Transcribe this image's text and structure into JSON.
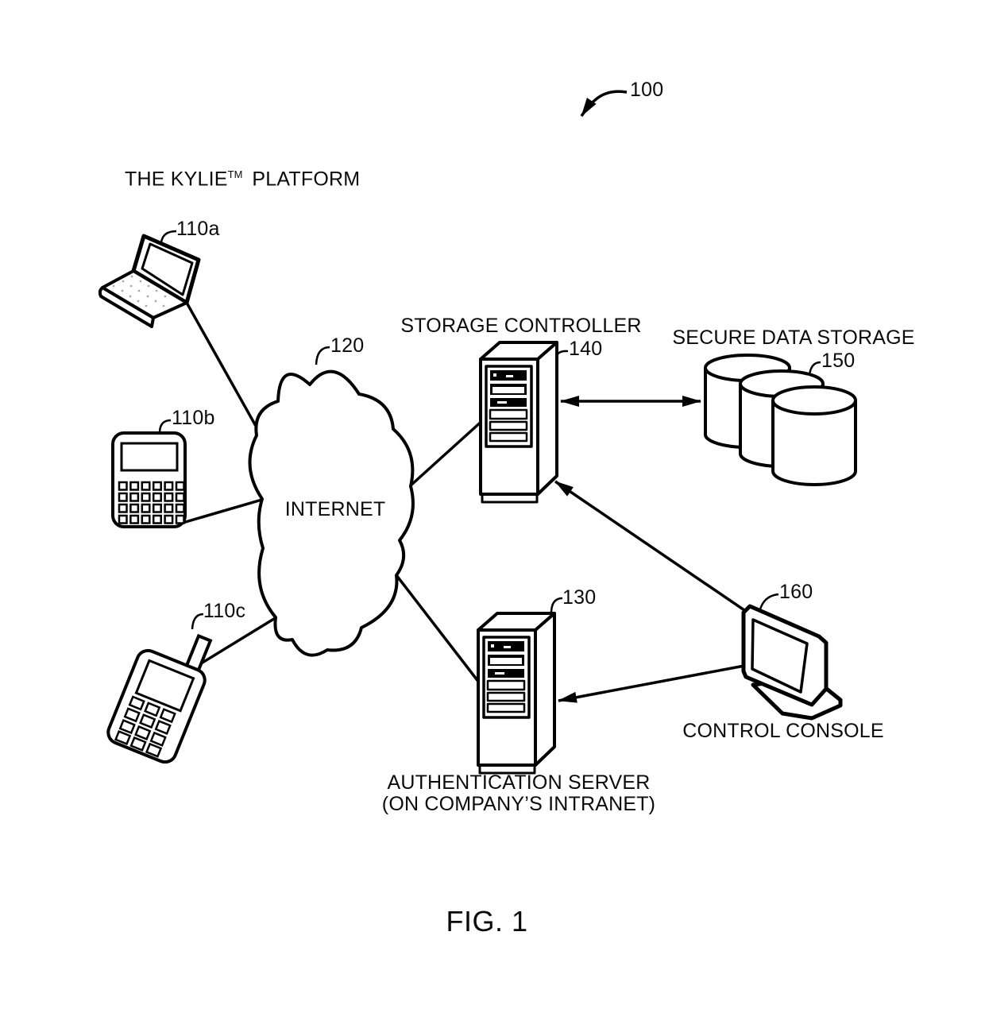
{
  "figure": {
    "caption": "FIG. 1",
    "overall_ref": "100"
  },
  "platform_title": {
    "prefix": "THE KYLIE",
    "tm": "TM",
    "suffix": "PLATFORM"
  },
  "cloud": {
    "label": "INTERNET",
    "ref": "120"
  },
  "devices": {
    "laptop": {
      "ref": "110a"
    },
    "pda": {
      "ref": "110b"
    },
    "phone": {
      "ref": "110c"
    }
  },
  "storage_controller": {
    "label": "STORAGE CONTROLLER",
    "ref": "140"
  },
  "secure_storage": {
    "label": "SECURE DATA STORAGE",
    "ref": "150"
  },
  "auth_server": {
    "label": "AUTHENTICATION SERVER",
    "sublabel": "(ON COMPANY’S INTRANET)",
    "ref": "130"
  },
  "control_console": {
    "label": "CONTROL CONSOLE",
    "ref": "160"
  },
  "colors": {
    "ink": "#000000",
    "background": "#ffffff",
    "key_dots": "#aaaaaa"
  }
}
